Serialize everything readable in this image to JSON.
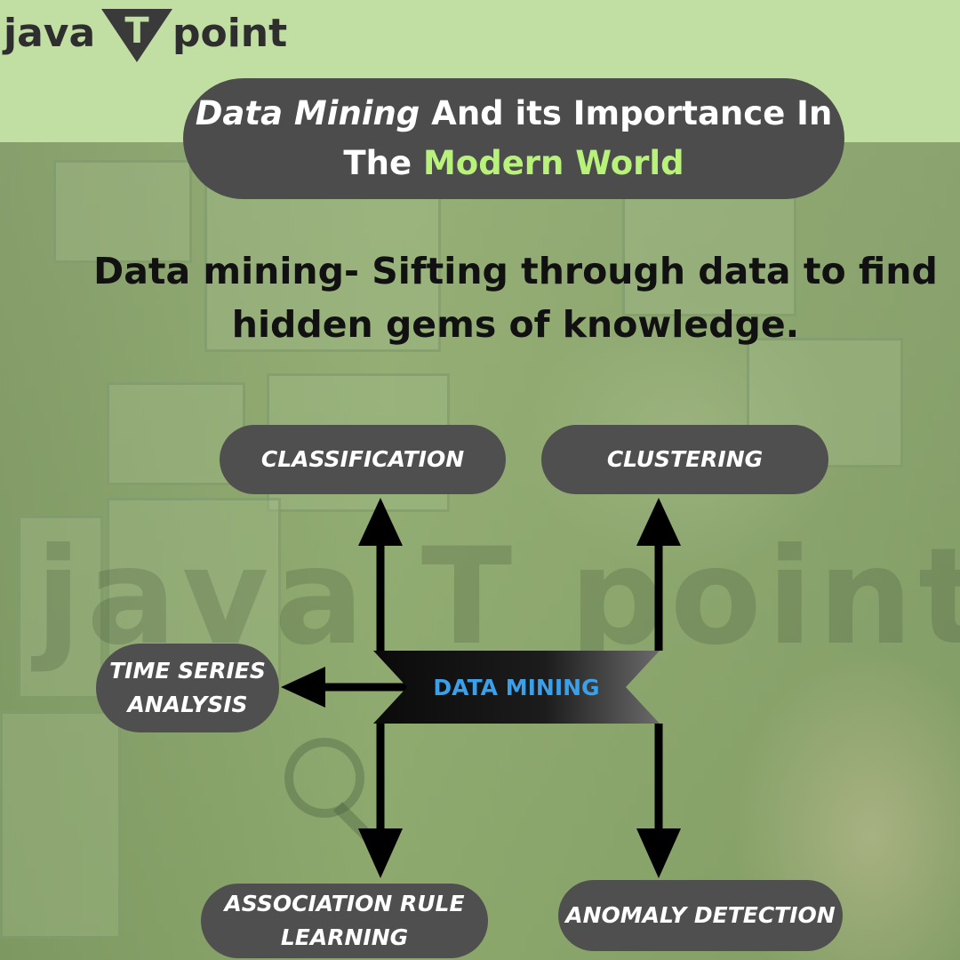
{
  "logo": {
    "left_text": "java",
    "center_letter": "T",
    "right_text": "point"
  },
  "title": {
    "line1_italic": "Data Mining",
    "line1_rest": " And its Importance In",
    "line2_prefix": "The ",
    "line2_highlight": "Modern World"
  },
  "subtitle": "Data mining- Sifting through data to find hidden gems of knowledge.",
  "diagram": {
    "center": "DATA MINING",
    "nodes": {
      "classification": "CLASSIFICATION",
      "clustering": "CLUSTERING",
      "time_series_line1": "TIME SERIES",
      "time_series_line2": "ANALYSIS",
      "association_line1": "ASSOCIATION RULE",
      "association_line2": "LEARNING",
      "anomaly": "ANOMALY DETECTION"
    }
  },
  "colors": {
    "top_background": "#c2dfa3",
    "pill": "#4c4c4c",
    "highlight_green": "#b8f27a",
    "center_text": "#3ba0ea"
  }
}
